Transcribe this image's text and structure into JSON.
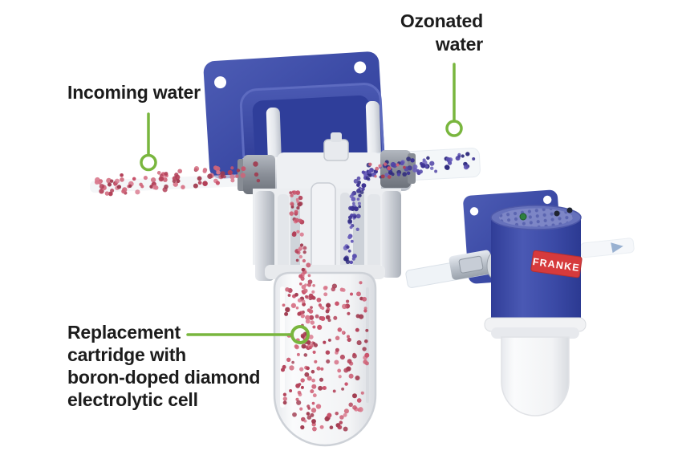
{
  "labels": {
    "incoming_water": "Incoming water",
    "ozonated_water": [
      "Ozonated",
      "water"
    ],
    "replacement_cartridge": [
      "Replacement",
      "cartridge with",
      "boron-doped diamond",
      "electrolytic cell"
    ]
  },
  "brand": {
    "name": "FRANKE"
  },
  "colors": {
    "background": "#ffffff",
    "label_text": "#1c1c1c",
    "callout_green": "#79b63e",
    "device_blue": "#3c4ba6",
    "device_blue_dark": "#2e3b95",
    "device_blue_light": "#5965b8",
    "brand_red": "#d63a3c",
    "brand_text": "#ffffff",
    "particle_red_shades": [
      "#c9536b",
      "#b23f57",
      "#d9798d",
      "#a03a4f",
      "#cf6478"
    ],
    "particle_blue_shades": [
      "#4f43a5",
      "#3b3192",
      "#6a5fbb",
      "#2e2a7d",
      "#5b50b0"
    ]
  }
}
